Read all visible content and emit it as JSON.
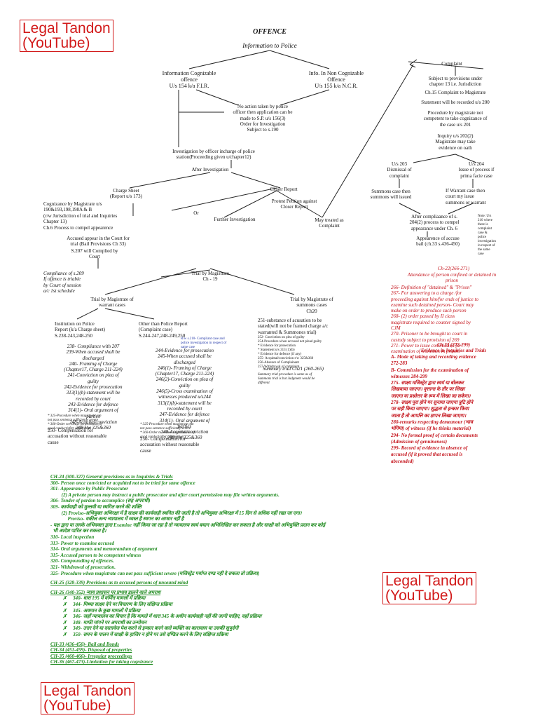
{
  "watermarks": [
    "Legal Tandon\n(YouTube)",
    "Legal Tandon\n(YouTube)",
    "Legal Tandon\n(YouTube)"
  ],
  "chart": {
    "title": "OFFENCE",
    "subtitle": "Information to Police",
    "cognizable": "Information Cognizable\noffence\nU/s 154 k/a F.I.R.",
    "non_cognizable": "Info. In Non Cognizable\nOffence\nU/s 155 k/a N.C.R.",
    "no_action": "No action taken by police\nofficer then application can be\nmade to S.P. u/s 156(3)",
    "order_investigation": "Order for Investigation\nSubject to s.190",
    "investigation": "Investigation by officer incharge of police\nstation(Proceeding given u/chapter12)",
    "after_investigation": "After Investigation",
    "charge_sheet": "Charge Sheet\n(Report u/s 173)",
    "closer_report": "Closer Report",
    "protest_petition": "Protest Petition against\nCloser Report",
    "or": "Or",
    "further_investigation": "Further Investigation",
    "may_treated": "May treated as\nComplaint",
    "cognizance": "Cognizance by Magistrate u/s\n190&193,198,198A & B\n(r/w Jurisdiction of trial and Inquiries\nChapter 13)",
    "ch6": "Ch.6 Process to compel appearence",
    "accused_appear": "Accused appear in the Court for\ntrial (Bail Provisions Ch 33)",
    "s207": "S.207 will Complied by\nCourt",
    "compliance_209": "Compliance of s.209\nIf offence is triable\nby Court of session\na/c 1st schedule",
    "trial_magistrate": "Trial by Magistrate\nCh - 19",
    "warrant_cases": "Trial by Magistrate of\nwarrant cases",
    "summons_cases": "Trial by Magistrate of\nsummons cases\nCh20",
    "complaint": "Complaint",
    "subject_provisions": "Subject to provisions under\nchapter 13 i.e. Jurisdiction",
    "ch15": "Ch.15 Complaint to Magistrate",
    "statement_200": "Statement will be recorded u/s 200",
    "procedure_201": "Procedure by magistrate not\ncompetent to take cognizance of\nthe case u/s 201",
    "inquiry_202": "Inquiry u/s 202(2)\nMagistrate may take\nevidence on oath",
    "us203": "U/s 203\nDismissal of\ncomplaint",
    "us204": "U/s 204\nIssue of process if\nprima facie case",
    "summons_issued": "Summons case then\nsummons will issued",
    "warrant_issued": "If Warrant case then\ncourt my issue\nsummons or warrant",
    "after_compliance": "After compliaance of s.\n204(2) process to compel\nappearance under Ch. 6",
    "appearance_bail": "Appearence of accuse\nbail (ch.33 s.436-450)",
    "note_210": "Note: U/s\n210 where\nthere is\ncomplaint\ncase &\npolice\ninvestigation\nin respect of\nthe same\ncase",
    "police_report": "Institution on Police\nReport (k/a Charge sheet)\nS.238-243,248-250",
    "police_report_list": "238- Compliance with 207\n239-When accused shall be\ndischarged\n240- Framing of Charge\n(Chapter17, Charge 211-224)\n241-Conviction on plea of\nguilty\n242-Evidence for prosecution\n313(1)(b)-statement will be\nrecorded by court\n243-Evidence for defence\n314(1)- Oral argument of\nparties\n248-Acquital/conviction\n248 r/w 325&360",
    "police_report_notes": "* 325-Procedure when magistrate can\nnot pass sentence sufficiently severe\n* 360-Order to release on probation of\ngood conduct/after admonition",
    "police_report_250": "250- Compensation for\naccusation without reasonable\ncause",
    "other_report": "Other than Police Report\n(Complaint case)\nS.244-247,248-249,250",
    "blue_note": "R/w s.210- Compliant case and\npolice investigation in respect of\nsame case",
    "other_report_list": "244-Evidence for prosecution\n245-When accused shall be\ndischarged\n246(1)- Framing of Charge\n(Chapter17, Charge 211-224)\n246(2)-Conviction on plea of\nguilty\n246(5)-Cross examination of\nwitnesses produced u/s244\n313(1)(b)-statement will be\nrecorded by court\n247-Evidence for defence\n314(1)- Oral argument of\nparties\n248-Acquital/conviction\n248 r/w 325&360",
    "other_report_notes": "* 325-Procedure when magistrate can\nnot pass sentence sufficiently severe\n* 360-Order to release on probation of\ngood conduct/after admonition",
    "other_report_250": "250- Compensation for\naccusation without reasonable\ncause",
    "summons_251": "251-substance of acusation to be\nstated(will not be framed charge a/c\nwarranted & Summones trial)",
    "summons_list": "252- Conviction on plea of guilty\n254-Procedure when accused not plead guilty\n* Evidence for prosecution\n* Statement u/s 313 (1)(b)\n* Evidence for defence (if any)\n255- Acquittal/conviction r/w 325&360\n256-Absence of Complainant\n257-Withdrawal of complaint",
    "summary_trial": "Summary trial Ch21 (260-265)",
    "summary_text": "Summary trial procedure is same as of\nSummons trial is but Judgment would be\ndifferent"
  },
  "right_panel": {
    "ch22_title": "Ch-22(266-271)",
    "ch22_sub": "Attendance of person confined or detained in\nprison",
    "ch22_items": "266- Definition of \"detained\" & \"Prison\"\n267- For answering to a charge /for\nproceeding against him/for ends of justice to\nexamine such detained person- Court may\nmake on order to produce such person\n268- (2) order passed by II class\nmagistrate required to counter signed by\nCJM\n270- Prisoner to be brought to court in\ncustody subject to provision of 269\n271- Power to issue commission for\nexamination of witnesses in prison.",
    "ch23_title": "Ch 23 (272-299)",
    "ch23_sub": "Evidence in Inquiries and Trials",
    "ch23_items": "A- Mode of taking and recording evidence\n272-283\nB- Commission for the examination of\nwitnesses 284-299\n275- साक्ष्य मजिस्ट्रेट द्वारा स्वयं या बोलकर\nलिखवाया जाएगा। वृत्तान्त के तौर पर लिखा\nजाएगा या प्रश्नोत्तर के रूप में लिखा जा सकेगा।\n278- साक्ष्य पूरा होने पर सुनाया जाएगा त्रुटि होने\nपर सही किया जाएगा। शुद्धता से इन्कार किया\nजाता है तो आपत्ति का ज्ञापन लिखा जाएगा।\n280-remarks respecting demeanour (भाव\nभंगिमा) of witness (if he thinks material)\n294- No formal proof of certain documents\n(Admission of genuineness)\n299- Record of evidence in absence of\naccused (if it proved that accused is\nabsconded)"
  },
  "bottom": {
    "lines": [
      "CH-24 (300-327) General provisions as to Inquiries & Trials",
      "300- Person once convicted or acquitted not to be tried for same offence",
      "301- Appearance by Public Prosecutor",
      "         (2) A private person may instruct a public prosecutor and after court permission may file written arguments.",
      "306- Tender of pardon to accomplice (सह अपराधी)",
      "309- कार्यवाही को मुल्तवी या स्थगित करने की शक्ति",
      "         (2) Proviso-अभियुक्त अभिरक्षा में है साक्ष्य की कार्यवाही स्थगित की जाती है तो अभियुक्त अभिरक्षा में 15 दिन से अधिक नहीं रखा जा एगा।",
      "              Proviso- वकील अन्य न्यायालय में व्यस्त है स्थगन का आधार नहीं है",
      "- पक्ष द्वारा या उसके अभिवक्ता द्वारा Examine नहीं किया जा रहा है तो न्यायालय स्वयं बयान अभिलिखित कर सकता है और साक्षी को अभियुक्ति प्रदान कर कोई",
      "  भी आदेश पारित कर सकता है।",
      "310- Local inspection",
      "313- Power to examine accused",
      "314- Oral arguments and memorandum of argument",
      "315- Accused person to be competent witness",
      "320- Compounding of offences.",
      "321- Withdrawal of prosecution.",
      "325- Procedure when magistrate can not pass sufficient severe (मजिस्ट्रेट पर्याप्त दण्ड नहीं दे सकता तो प्रक्रिया)",
      "",
      "CH-25 (328-339) Provisions as to accused persons of unsound mind",
      "",
      "CH-26 (340-352) न्याय प्रशासन पर प्रभाव डालने वाले अपराध",
      "          ✗     340- धारा 195 में वर्णित मामलों में प्रक्रिया",
      "          ✗     344- मिथ्या साक्ष्य देने पर विचारण के लिए संक्षिप्त प्रक्रिया",
      "          ✗     345- अवमान के कुछ मामलों में प्रक्रिया",
      "          ✗     346- जहाँ न्यायालय का विचार है कि मामले में धारा 345 के अधीन कार्यवाही नहीं की जानी चाहिए, वहाँ प्रक्रिया",
      "          ✗     348- माफी मांगने पर अपराधी का उन्मोचन",
      "          ✗     349- उत्तर देने या दस्तावेज पेश करने से इन्कार करने वाले व्यक्ति का कारावास या उसकी सुपुर्दगी",
      "          ✗     350- समन के पालन में साक्षी के हाजिर न होने पर उसे दण्डित करने के लिए संक्षिप्त प्रक्रिया",
      "",
      "CH-33 (436-450)- Bail and Bonds",
      "CH-34 (451-459)- Disposal of properties",
      "CH-35 (460-466)- Irregular proceedings",
      "CH-36 (467-473)-Limitation for taking cognizance"
    ]
  }
}
